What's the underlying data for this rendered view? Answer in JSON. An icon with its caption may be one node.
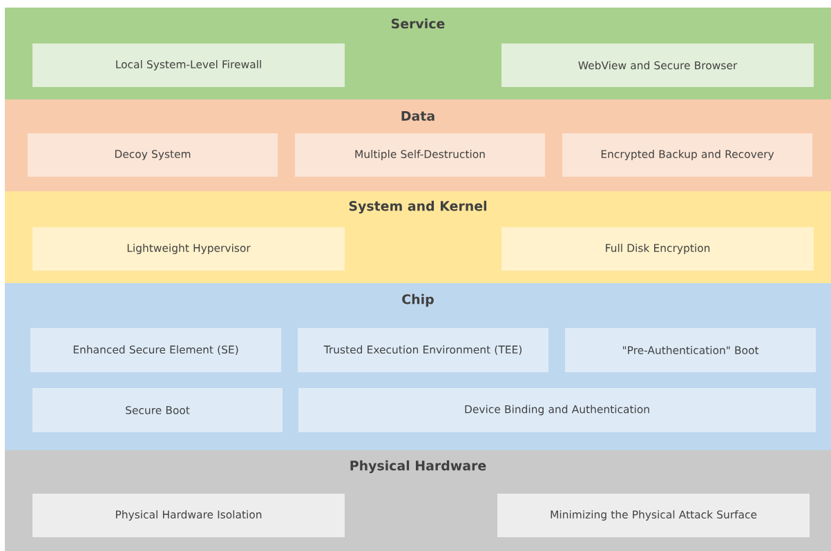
{
  "diagram": {
    "nodes": [
      {
        "text": [
          "Service"
        ]
      },
      {
        "text": [
          "Local System-Level Firewall"
        ],
        "in": 0
      },
      {
        "text": [
          "WebView and Secure Browser"
        ],
        "in": 0
      },
      {
        "text": [
          "Data"
        ]
      },
      {
        "text": [
          "Decoy System"
        ],
        "in": 3
      },
      {
        "text": [
          "Multiple Self-Destruction"
        ],
        "in": 3
      },
      {
        "text": [
          "Encrypted Backup and Recovery"
        ],
        "in": 3
      },
      {
        "text": [
          "System and Kernel"
        ]
      },
      {
        "text": [
          "Lightweight Hypervisor"
        ],
        "in": 7
      },
      {
        "text": [
          "Full Disk Encryption"
        ],
        "in": 7
      },
      {
        "text": [
          "Chip"
        ]
      },
      {
        "text": [
          "Enhanced Secure Element (SE)"
        ],
        "in": 10
      },
      {
        "text": [
          "Trusted Execution Environment (TEE)"
        ],
        "in": 10
      },
      {
        "text": [
          "\"Pre-Authentication\" Boot"
        ],
        "in": 10
      },
      {
        "text": [
          "Secure Boot"
        ],
        "in": 10
      },
      {
        "text": [
          "Device Binding and Authentication"
        ],
        "in": 10
      },
      {
        "text": [
          "Physical Hardware"
        ]
      },
      {
        "text": [
          "Physical Hardware Isolation"
        ],
        "in": 16
      },
      {
        "text": [
          "Minimizing the Physical Attack Surface"
        ],
        "in": 16
      }
    ]
  }
}
